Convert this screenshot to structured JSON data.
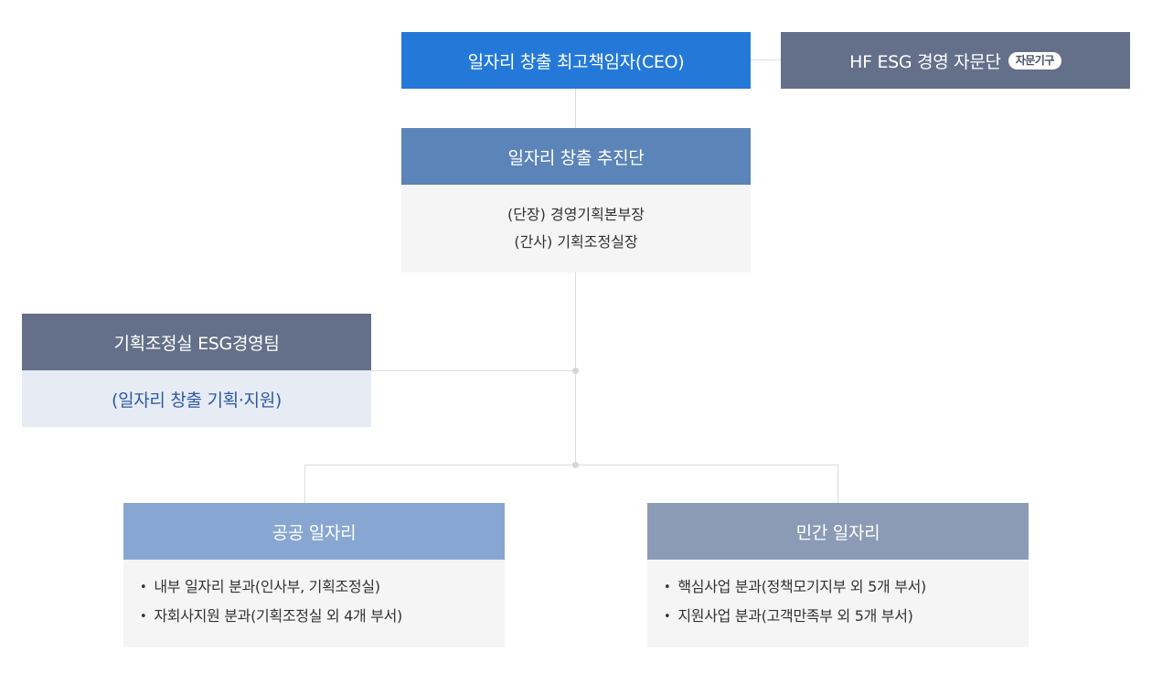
{
  "colors": {
    "ceo": "#2479d8",
    "advisory": "#647089",
    "taskforce": "#5b84b8",
    "team": "#647089",
    "team_sub_bg": "#e7ebf4",
    "team_sub_text": "#2d5aa6",
    "public": "#87a7d2",
    "private": "#8b9bb6",
    "panel_bg": "#f5f5f6",
    "connector": "#dcdcdc"
  },
  "ceo": {
    "title": "일자리 창출 최고책임자(CEO)"
  },
  "advisory": {
    "title": "HF ESG 경영 자문단",
    "badge": "자문기구"
  },
  "taskforce": {
    "title": "일자리 창출 추진단",
    "lines": [
      "(단장) 경영기획본부장",
      "(간사) 기획조정실장"
    ]
  },
  "esg_team": {
    "title": "기획조정실 ESG경영팀",
    "subtitle": "(일자리 창출 기획·지원)"
  },
  "public_jobs": {
    "title": "공공 일자리",
    "items": [
      "내부 일자리 분과(인사부, 기획조정실)",
      "자회사지원 분과(기획조정실 외 4개 부서)"
    ]
  },
  "private_jobs": {
    "title": "민간 일자리",
    "items": [
      "핵심사업 분과(정책모기지부 외 5개 부서)",
      "지원사업 분과(고객만족부 외 5개 부서)"
    ]
  }
}
